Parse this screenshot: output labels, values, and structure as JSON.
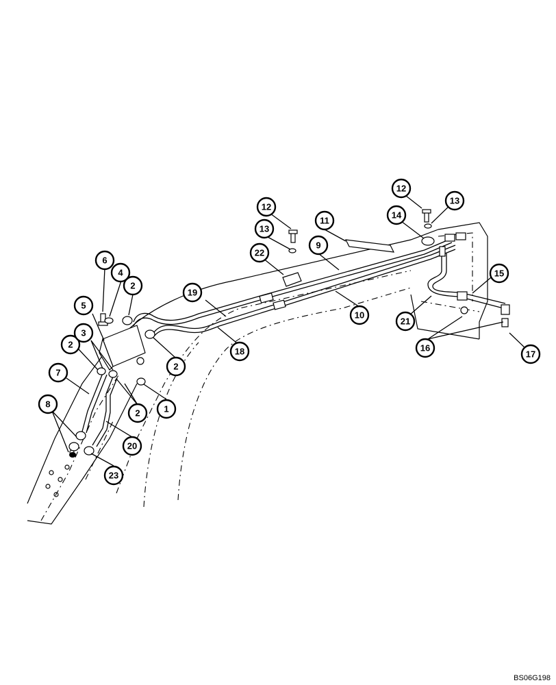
{
  "drawing_code": "BS06G198",
  "callouts": [
    {
      "label": "1"
    },
    {
      "label": "2"
    },
    {
      "label": "2"
    },
    {
      "label": "2"
    },
    {
      "label": "2"
    },
    {
      "label": "3"
    },
    {
      "label": "4"
    },
    {
      "label": "5"
    },
    {
      "label": "6"
    },
    {
      "label": "7"
    },
    {
      "label": "8"
    },
    {
      "label": "9"
    },
    {
      "label": "10"
    },
    {
      "label": "11"
    },
    {
      "label": "12"
    },
    {
      "label": "12"
    },
    {
      "label": "13"
    },
    {
      "label": "13"
    },
    {
      "label": "14"
    },
    {
      "label": "15"
    },
    {
      "label": "16"
    },
    {
      "label": "17"
    },
    {
      "label": "18"
    },
    {
      "label": "19"
    },
    {
      "label": "20"
    },
    {
      "label": "21"
    },
    {
      "label": "22"
    },
    {
      "label": "23"
    }
  ]
}
